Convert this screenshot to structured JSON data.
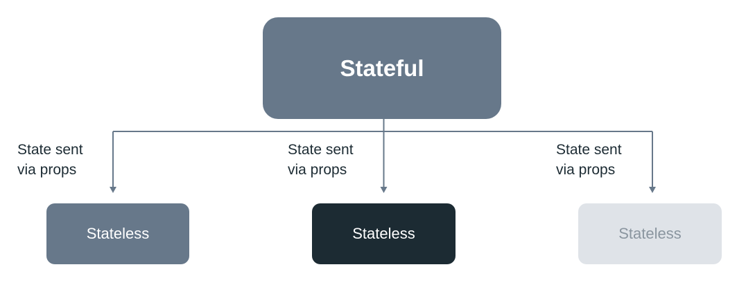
{
  "diagram": {
    "root": {
      "label": "Stateful",
      "color": "#67788a",
      "text_color": "#ffffff"
    },
    "children": [
      {
        "label": "Stateless",
        "edge_label": "State sent\nvia props",
        "color": "#67788a",
        "text_color": "#ffffff"
      },
      {
        "label": "Stateless",
        "edge_label": "State sent\nvia props",
        "color": "#1c2b33",
        "text_color": "#ffffff"
      },
      {
        "label": "Stateless",
        "edge_label": "State sent\nvia props",
        "color": "#dfe3e8",
        "text_color": "#8a959f"
      }
    ],
    "connector_color": "#67788a"
  }
}
